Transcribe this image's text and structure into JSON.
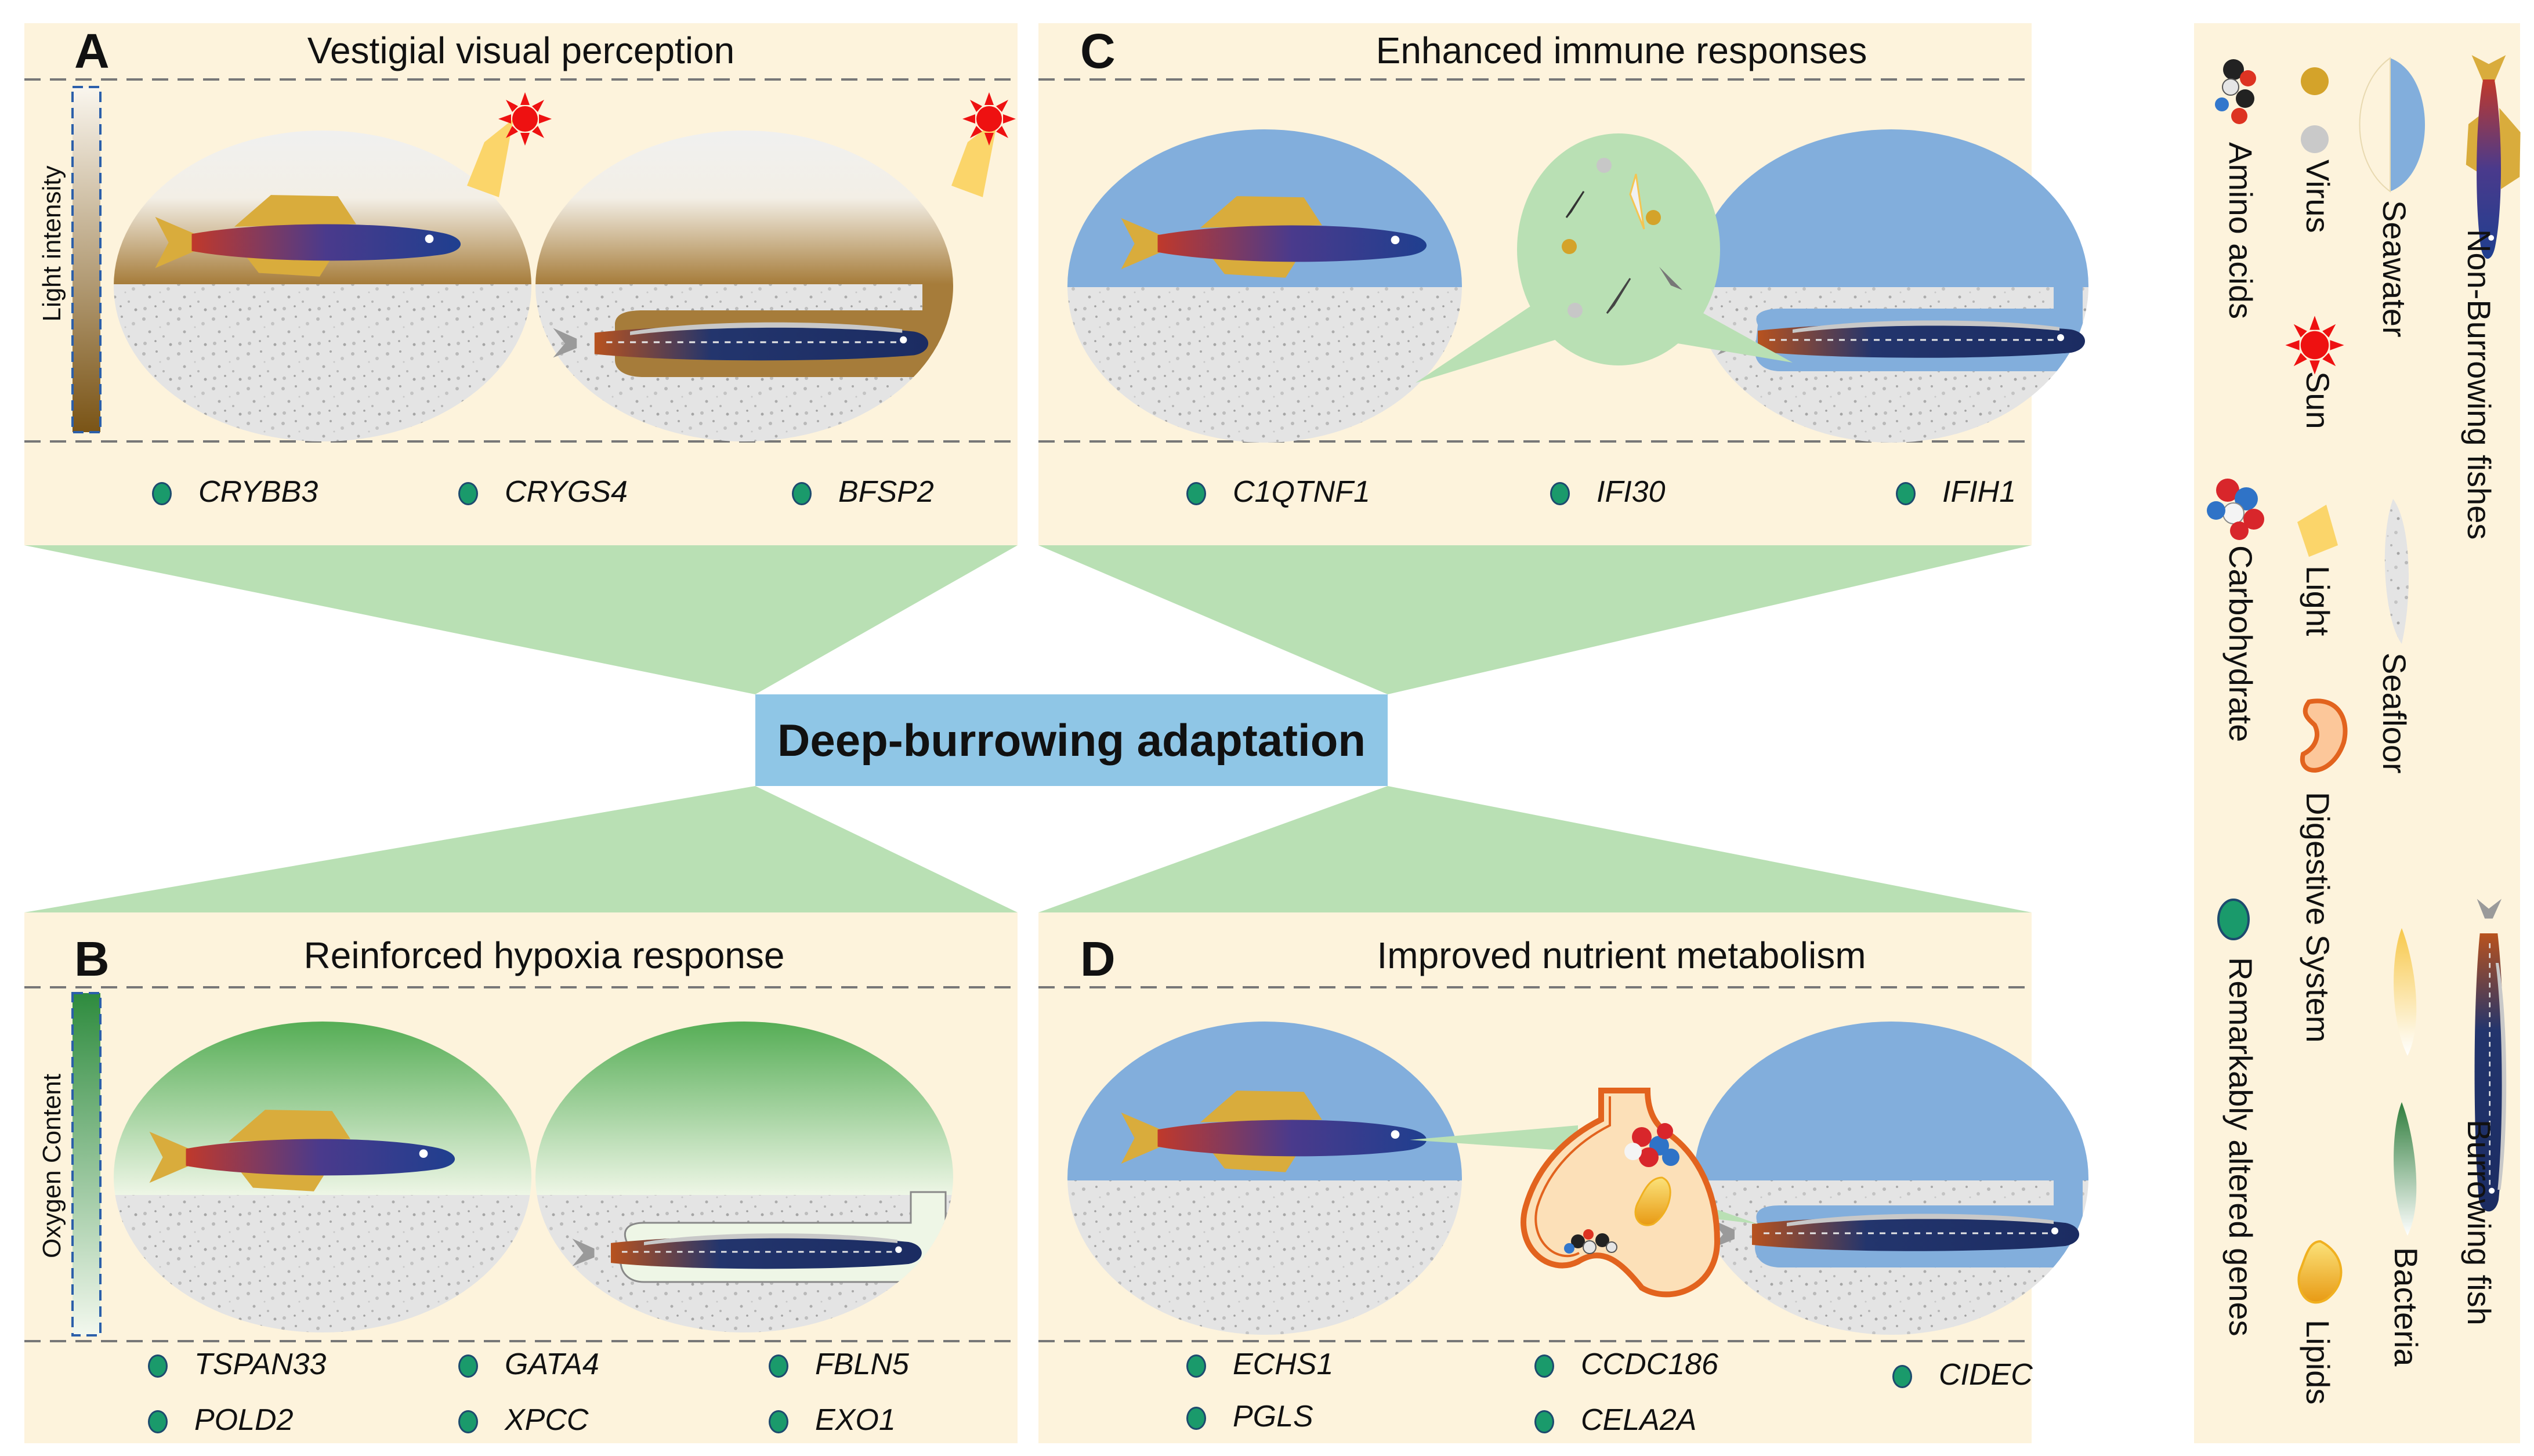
{
  "center": {
    "label": "Deep-burrowing adaptation"
  },
  "panels": {
    "A": {
      "letter": "A",
      "title": "Vestigial visual perception",
      "bar_label": "Light intensity",
      "genes": [
        "CRYBB3",
        "CRYGS4",
        "BFSP2"
      ]
    },
    "B": {
      "letter": "B",
      "title": "Reinforced hypoxia response",
      "bar_label": "Oxygen Content",
      "genes": [
        "TSPAN33",
        "GATA4",
        "FBLN5",
        "POLD2",
        "XPCC",
        "EXO1"
      ]
    },
    "C": {
      "letter": "C",
      "title": "Enhanced immune responses",
      "genes": [
        "C1QTNF1",
        "IFI30",
        "IFIH1"
      ]
    },
    "D": {
      "letter": "D",
      "title": "Improved nutrient metabolism",
      "genes": [
        "ECHS1",
        "CCDC186",
        "CIDEC",
        "PGLS",
        "CELA2A"
      ]
    }
  },
  "legend": {
    "non_burrowing": "Non-Burrowing fishes",
    "seawater": "Seawater",
    "virus": "Virus",
    "amino_acids": "Amino acids",
    "seafloor": "Seafloor",
    "sun": "Sun",
    "light": "Light",
    "carbohydrate": "Carbohydrate",
    "burrowing_fish": "Burrowing fish",
    "bacteria": "Bacteria",
    "digestive_system": "Digestive System",
    "lipids": "Lipids",
    "genes": "Remarkably altered genes"
  },
  "colors": {
    "panel_bg": "#fdf3dc",
    "funnel_green": "#b9e0b4",
    "seawater_blue": "#82aedc",
    "center_box": "#8fc6e6",
    "gene_dot": "#1a9a6b",
    "sun_red": "#ee1111",
    "light_yellow": "#fbd56a"
  }
}
